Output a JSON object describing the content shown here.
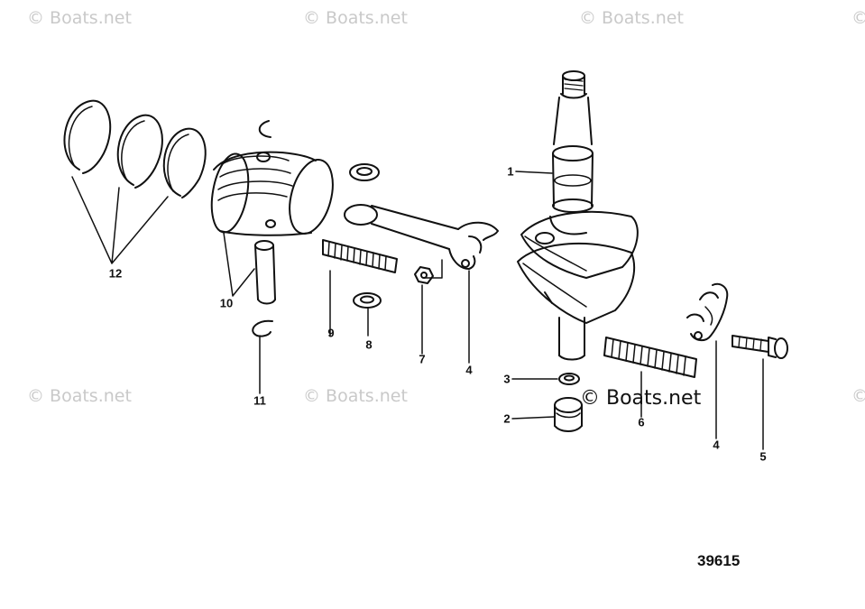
{
  "watermark": {
    "text": "© Boats.net",
    "edge_fragment": "©"
  },
  "figure_number": "39615",
  "callouts": {
    "crankshaft": "1",
    "bearing_lower": "2",
    "washer_lower": "3",
    "connecting_rod": "4",
    "rod_cap": "4",
    "cap_screw": "5",
    "needle_bearing_cap": "6",
    "lock_nut": "7",
    "thrust_washer": "8",
    "needle_bearing_rod": "9",
    "piston_and_pin": "10",
    "retaining_ring": "11",
    "piston_rings": "12"
  }
}
